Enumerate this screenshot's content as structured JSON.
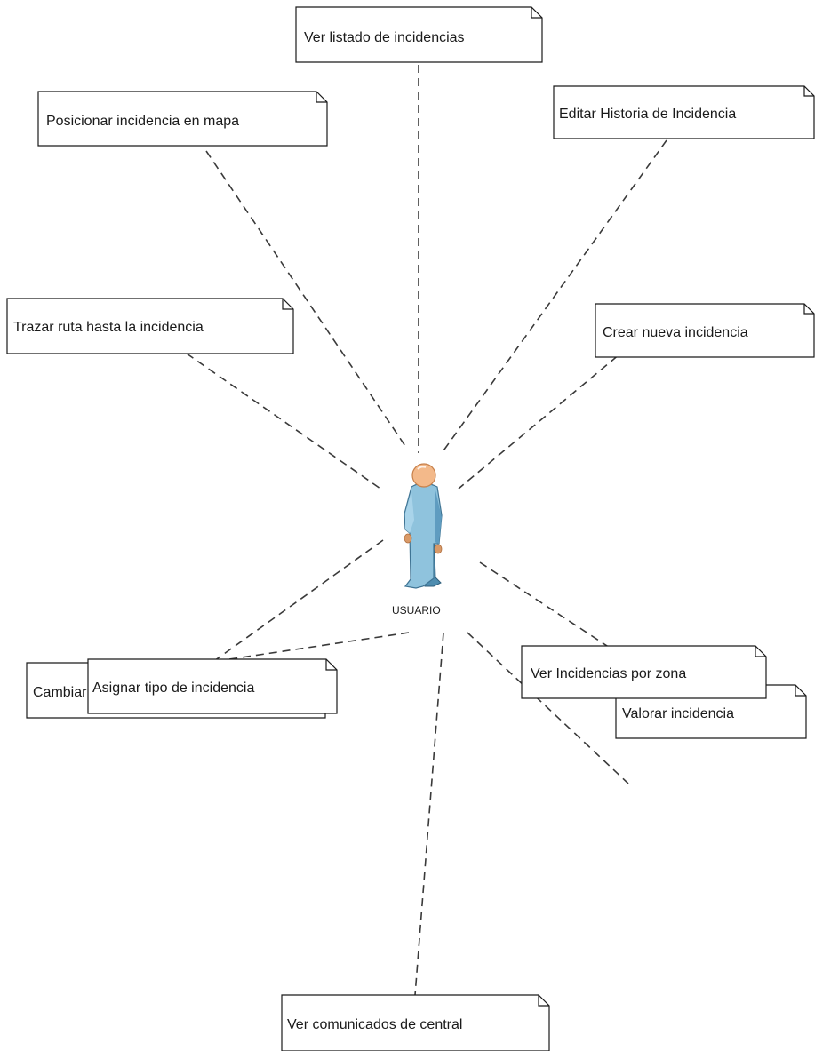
{
  "actor": {
    "label": "USUARIO",
    "icon": "user-actor-icon"
  },
  "notes": [
    {
      "id": "ver-listado",
      "label": "Ver listado de incidencias"
    },
    {
      "id": "posicionar-mapa",
      "label": "Posicionar incidencia en mapa"
    },
    {
      "id": "editar-historia",
      "label": "Editar Historia de Incidencia"
    },
    {
      "id": "trazar-ruta",
      "label": "Trazar ruta hasta la incidencia"
    },
    {
      "id": "crear-nueva",
      "label": "Crear nueva incidencia"
    },
    {
      "id": "cambiar-estado",
      "label": "Cambiar estado de la incidencia"
    },
    {
      "id": "valorar",
      "label": "Valorar incidencia"
    },
    {
      "id": "asignar-tipo",
      "label": "Asignar tipo de incidencia"
    },
    {
      "id": "ver-por-zona",
      "label": "Ver Incidencias por zona"
    },
    {
      "id": "ver-comunicados",
      "label": "Ver comunicados de central"
    }
  ],
  "colors": {
    "line": "#3a3a3a",
    "note_border": "#1a1a1a",
    "note_fill": "#ffffff",
    "actor_body": "#8fc3dd",
    "actor_body_dark": "#4f8db0",
    "actor_head": "#f3b98a",
    "actor_head_dark": "#c7804a"
  }
}
